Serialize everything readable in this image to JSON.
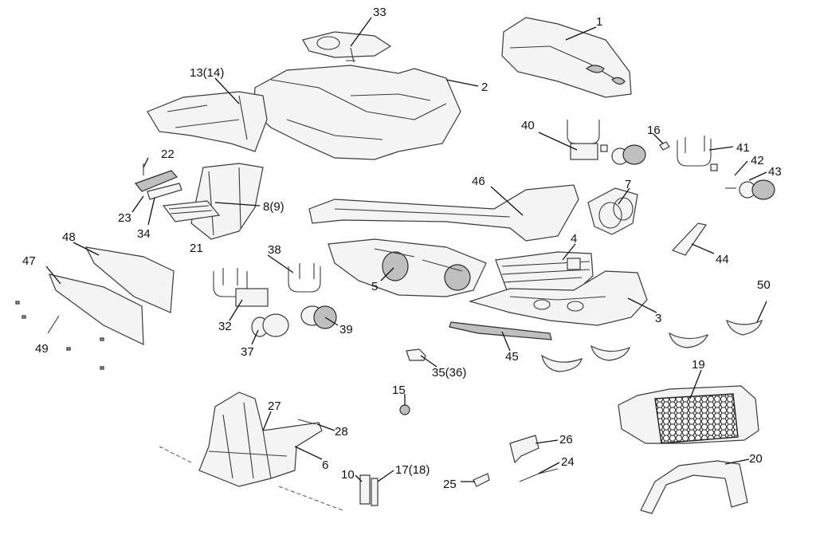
{
  "callouts": [
    {
      "id": "c1",
      "text": "1"
    },
    {
      "id": "c2",
      "text": "2"
    },
    {
      "id": "c3",
      "text": "3"
    },
    {
      "id": "c4",
      "text": "4"
    },
    {
      "id": "c5",
      "text": "5"
    },
    {
      "id": "c6",
      "text": "6"
    },
    {
      "id": "c7",
      "text": "7"
    },
    {
      "id": "c8",
      "text": "8(9)"
    },
    {
      "id": "c10",
      "text": "10"
    },
    {
      "id": "c13",
      "text": "13(14)"
    },
    {
      "id": "c15",
      "text": "15"
    },
    {
      "id": "c16",
      "text": "16"
    },
    {
      "id": "c17",
      "text": "17(18)"
    },
    {
      "id": "c19",
      "text": "19"
    },
    {
      "id": "c20",
      "text": "20"
    },
    {
      "id": "c21",
      "text": "21"
    },
    {
      "id": "c22",
      "text": "22"
    },
    {
      "id": "c23",
      "text": "23"
    },
    {
      "id": "c24",
      "text": "24"
    },
    {
      "id": "c25",
      "text": "25"
    },
    {
      "id": "c26",
      "text": "26"
    },
    {
      "id": "c27",
      "text": "27"
    },
    {
      "id": "c28",
      "text": "28"
    },
    {
      "id": "c32",
      "text": "32"
    },
    {
      "id": "c33",
      "text": "33"
    },
    {
      "id": "c34",
      "text": "34"
    },
    {
      "id": "c35",
      "text": "35(36)"
    },
    {
      "id": "c37",
      "text": "37"
    },
    {
      "id": "c38",
      "text": "38"
    },
    {
      "id": "c39",
      "text": "39"
    },
    {
      "id": "c40",
      "text": "40"
    },
    {
      "id": "c41",
      "text": "41"
    },
    {
      "id": "c42",
      "text": "42"
    },
    {
      "id": "c43",
      "text": "43"
    },
    {
      "id": "c44",
      "text": "44"
    },
    {
      "id": "c45",
      "text": "45"
    },
    {
      "id": "c46",
      "text": "46"
    },
    {
      "id": "c47",
      "text": "47"
    },
    {
      "id": "c48",
      "text": "48"
    },
    {
      "id": "c49",
      "text": "49"
    },
    {
      "id": "c50",
      "text": "50"
    }
  ]
}
